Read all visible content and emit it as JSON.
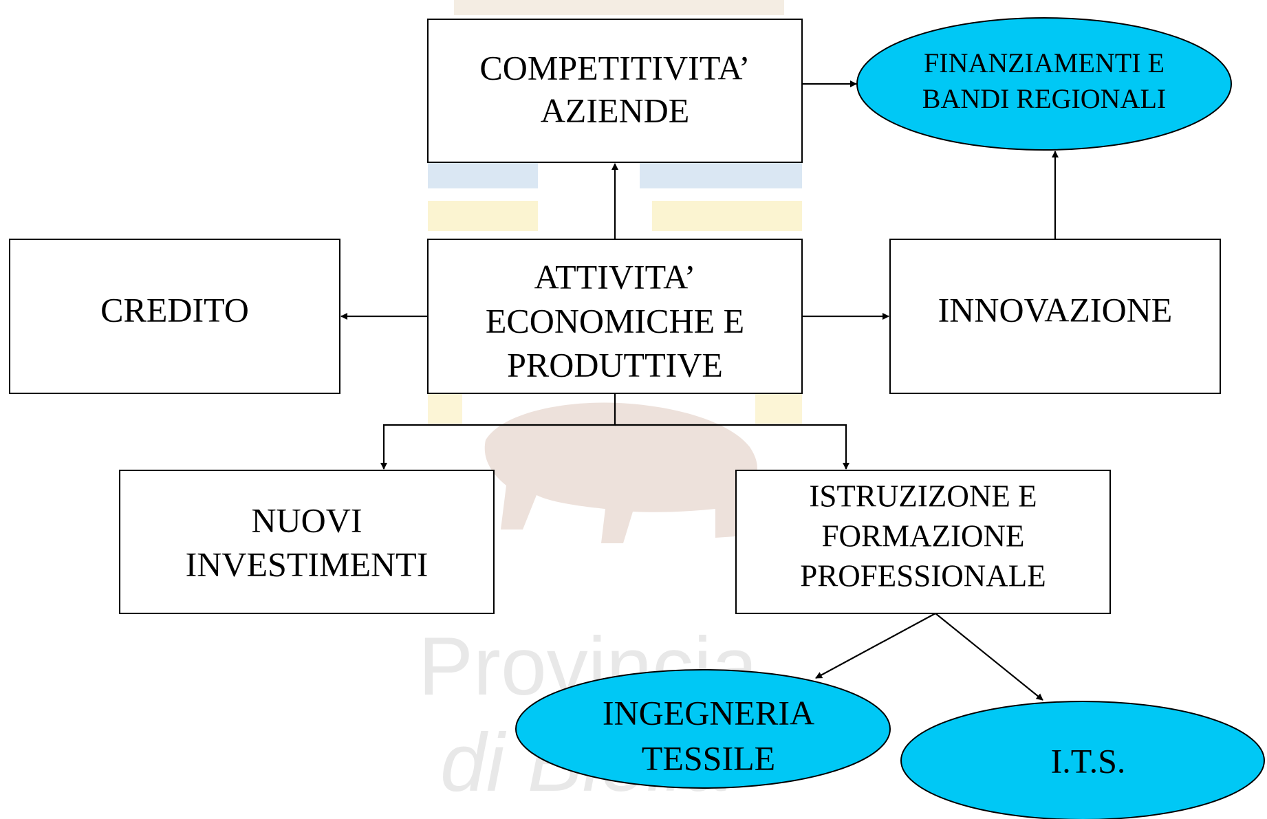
{
  "colors": {
    "node_fill": "#ffffff",
    "ellipse_fill": "#00c8f5",
    "line": "#000000",
    "watermark_blue": "#8fb6da",
    "watermark_yellow": "#f3dc6a",
    "watermark_brown": "#b5826a"
  },
  "watermark": {
    "text_line1": "Provincia",
    "text_line2": "di Biella"
  },
  "nodes": {
    "competitivita": {
      "line1": "COMPETITIVITA’",
      "line2": "AZIENDE"
    },
    "finanziamenti": {
      "line1": "FINANZIAMENTI E",
      "line2": "BANDI REGIONALI"
    },
    "credito": {
      "line1": "CREDITO"
    },
    "attivita": {
      "line1": "ATTIVITA’",
      "line2": "ECONOMICHE E",
      "line3": "PRODUTTIVE"
    },
    "innovazione": {
      "line1": "INNOVAZIONE"
    },
    "nuovi": {
      "line1": "NUOVI",
      "line2": "INVESTIMENTI"
    },
    "istruzione": {
      "line1": "ISTRUZIZONE  E",
      "line2": "FORMAZIONE",
      "line3": "PROFESSIONALE"
    },
    "ingegneria": {
      "line1": "INGEGNERIA",
      "line2": "TESSILE"
    },
    "its": {
      "line1": "I.T.S."
    }
  }
}
